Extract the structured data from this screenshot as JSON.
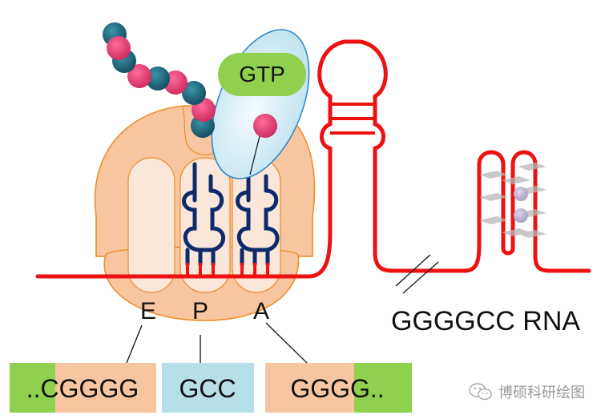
{
  "diagram": {
    "title": "GGGGCC RNA repeat translation by ribosome",
    "gtp_label": "GTP",
    "sites": [
      "E",
      "P",
      "A"
    ],
    "rna_label": "GGGGCC RNA",
    "codon_boxes": [
      {
        "text_prefix": "..C",
        "text_main": "GGGG",
        "site": "E"
      },
      {
        "text_prefix": "",
        "text_main": "GCC",
        "site": "P"
      },
      {
        "text_prefix": "GGG",
        "text_main": "G..",
        "site": "A"
      }
    ],
    "colors": {
      "ribosome_fill": "#f7c59f",
      "ribosome_stroke": "#f08a24",
      "channel_fill": "#fbe7da",
      "mrna": "#ee1111",
      "trna": "#0d2a6b",
      "peptide_teal": "#1f6f86",
      "peptide_pink": "#e8437a",
      "gtp_fill": "#8fd14f",
      "factor_fill": "#cfe9f2",
      "factor_stroke": "#2a86c9",
      "box_green": "#8fd14f",
      "box_peach": "#f7c59f",
      "box_blue": "#b7dfe8",
      "gquad": "#b8b8b8",
      "ion": "#b9b0d1"
    }
  },
  "watermark": {
    "icon": "wechat-icon",
    "text": "博硕科研绘图"
  }
}
